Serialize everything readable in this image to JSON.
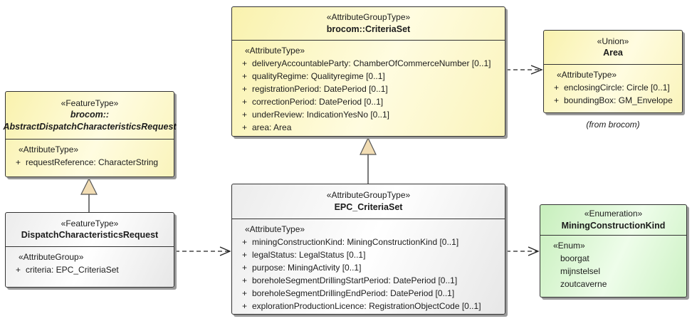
{
  "diagram": {
    "kind": "UML class diagram",
    "colors": {
      "class_fill_yellow": "#faf4b8",
      "class_fill_white": "#f2f2f2",
      "class_fill_green": "#cdf2c4",
      "border": "#333333",
      "shadow": "#9a9a9a",
      "generalization_triangle_fill": "#f2ddb4",
      "text": "#1c1c1c"
    },
    "classes": {
      "criteria_set": {
        "stereotype": "«AttributeGroupType»",
        "name": "brocom::CriteriaSet",
        "section_label": "«AttributeType»",
        "attributes": [
          {
            "vis": "+",
            "text": "deliveryAccountableParty: ChamberOfCommerceNumber [0..1]"
          },
          {
            "vis": "+",
            "text": "qualityRegime: Qualityregime [0..1]"
          },
          {
            "vis": "+",
            "text": "registrationPeriod: DatePeriod [0..1]"
          },
          {
            "vis": "+",
            "text": "correctionPeriod: DatePeriod [0..1]"
          },
          {
            "vis": "+",
            "text": "underReview: IndicationYesNo [0..1]"
          },
          {
            "vis": "+",
            "text": "area: Area"
          }
        ]
      },
      "area": {
        "stereotype": "«Union»",
        "name": "Area",
        "section_label": "«AttributeType»",
        "attributes": [
          {
            "vis": "+",
            "text": "enclosingCircle: Circle [0..1]"
          },
          {
            "vis": "+",
            "text": "boundingBox: GM_Envelope"
          }
        ],
        "note": "(from brocom)"
      },
      "abstract_request": {
        "stereotype": "«FeatureType»",
        "name_line1": "brocom::",
        "name_line2": "AbstractDispatchCharacteristicsRequest",
        "section_label": "«AttributeType»",
        "attributes": [
          {
            "vis": "+",
            "text": "requestReference: CharacterString"
          }
        ]
      },
      "dispatch_request": {
        "stereotype": "«FeatureType»",
        "name": "DispatchCharacteristicsRequest",
        "section_label": "«AttributeGroup»",
        "attributes": [
          {
            "vis": "+",
            "text": "criteria: EPC_CriteriaSet"
          }
        ]
      },
      "epc_criteria_set": {
        "stereotype": "«AttributeGroupType»",
        "name": "EPC_CriteriaSet",
        "section_label": "«AttributeType»",
        "attributes": [
          {
            "vis": "+",
            "text": "miningConstructionKind: MiningConstructionKind [0..1]"
          },
          {
            "vis": "+",
            "text": "legalStatus: LegalStatus [0..1]"
          },
          {
            "vis": "+",
            "text": "purpose: MiningActivity [0..1]"
          },
          {
            "vis": "+",
            "text": "boreholeSegmentDrillingStartPeriod: DatePeriod [0..1]"
          },
          {
            "vis": "+",
            "text": "boreholeSegmentDrillingEndPeriod: DatePeriod [0..1]"
          },
          {
            "vis": "+",
            "text": "explorationProductionLicence: RegistrationObjectCode [0..1]"
          }
        ]
      },
      "mining_construction_kind": {
        "stereotype": "«Enumeration»",
        "name": "MiningConstructionKind",
        "section_label": "«Enum»",
        "attributes": [
          {
            "text": "boorgat"
          },
          {
            "text": "mijnstelsel"
          },
          {
            "text": "zoutcaverne"
          }
        ]
      }
    },
    "connectors": [
      {
        "type": "generalization",
        "from": "EPC_CriteriaSet",
        "to": "brocom::CriteriaSet"
      },
      {
        "type": "generalization",
        "from": "DispatchCharacteristicsRequest",
        "to": "brocom::AbstractDispatchCharacteristicsRequest"
      },
      {
        "type": "dependency-dashed-open-arrow",
        "from": "brocom::CriteriaSet",
        "to": "Area"
      },
      {
        "type": "dependency-dashed-open-arrow",
        "from": "DispatchCharacteristicsRequest",
        "to": "EPC_CriteriaSet"
      },
      {
        "type": "dependency-dashed-open-arrow",
        "from": "EPC_CriteriaSet",
        "to": "MiningConstructionKind"
      }
    ]
  }
}
